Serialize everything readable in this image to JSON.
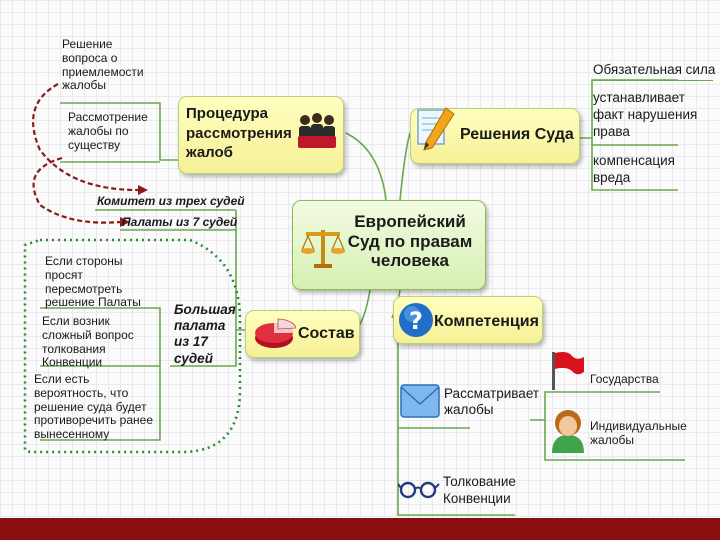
{
  "center": {
    "title": "Европейский Суд по правам человека"
  },
  "procedure": {
    "title": "Процедура рассмотрения жалоб",
    "items": [
      "Решение вопроса о приемлемости жалобы",
      "Рассмотрение жалобы по существу"
    ]
  },
  "decisions": {
    "title": "Решения Суда",
    "items": [
      "Обязательная сила",
      "устанавливает факт нарушения права",
      "компенсация вреда"
    ]
  },
  "composition": {
    "title": "Состав",
    "committee": "Комитет из трех судей",
    "chamber": "Палаты из 7 судей",
    "grand_chamber": "Большая палата из 17 судей",
    "grand_items": [
      "Если стороны просят пересмотреть решение Палаты",
      "Если возник сложный вопрос толкования Конвенции",
      "Если есть вероятность, что решение суда будет противоречить ранее вынесенному"
    ]
  },
  "competence": {
    "title": "Компетенция",
    "complaints": "Рассматривает жалобы",
    "states": "Государства",
    "individual": "Индивидуальные жалобы",
    "interpretation": "Толкование Конвенции"
  },
  "colors": {
    "bar": "#8a0e10",
    "line": "#6aa84f",
    "dash": "#8b1a1a",
    "dots": "#2e8b2e"
  },
  "icons": [
    "scales-icon",
    "people-icon",
    "pen-paper-icon",
    "pie-chart-icon",
    "question-icon",
    "envelope-icon",
    "flag-icon",
    "person-icon",
    "glasses-icon"
  ]
}
